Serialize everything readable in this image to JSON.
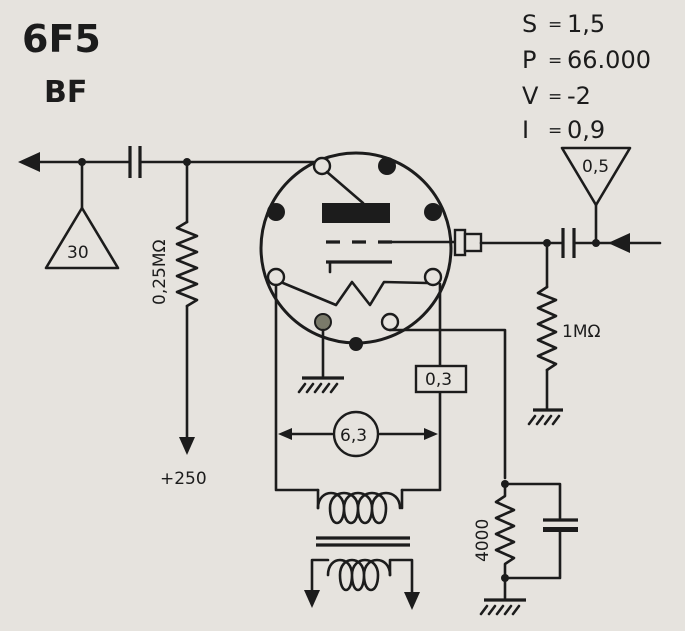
{
  "tube": {
    "name": "6F5",
    "type": "BF"
  },
  "params": [
    {
      "label": "S",
      "value": "1,5"
    },
    {
      "label": "P",
      "value": "66.000"
    },
    {
      "label": "V",
      "value": "-2"
    },
    {
      "label": "I",
      "value": "0,9"
    }
  ],
  "labels": {
    "output_value": "30",
    "input_value": "0,5",
    "plate_resistor": "0,25MΩ",
    "grid_resistor": "1MΩ",
    "b_plus": "+250",
    "filament_current": "0,3",
    "filament_voltage": "6,3",
    "cathode_resistor": "4000"
  }
}
